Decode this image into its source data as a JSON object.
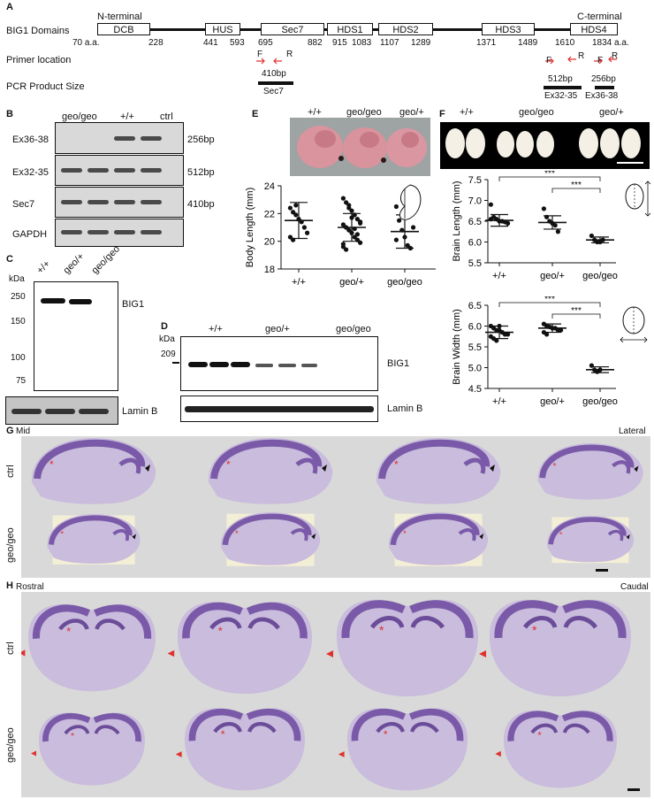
{
  "panel_a": {
    "label": "A",
    "row_title": "BIG1 Domains",
    "n_terminal": "N-terminal",
    "c_terminal": "C-terminal",
    "domains": [
      "DCB",
      "HUS",
      "Sec7",
      "HDS1",
      "HDS2",
      "HDS3",
      "HDS4"
    ],
    "positions": [
      "70 a.a.",
      "228",
      "441",
      "593",
      "695",
      "882",
      "915",
      "1083",
      "1107",
      "1289",
      "1371",
      "1489",
      "1610",
      "1834 a.a."
    ],
    "primer_location": "Primer location",
    "pcr_product_size": "PCR Product Size",
    "primer_f": "F",
    "primer_r": "R",
    "products": [
      {
        "size": "410bp",
        "name": "Sec7"
      },
      {
        "size": "512bp",
        "name": "Ex32-35"
      },
      {
        "size": "256bp",
        "name": "Ex36-38"
      }
    ]
  },
  "panel_b": {
    "label": "B",
    "columns": [
      "geo/geo",
      "+/+",
      "ctrl"
    ],
    "rows": [
      {
        "name": "Ex36-38",
        "size": "256bp"
      },
      {
        "name": "Ex32-35",
        "size": "512bp"
      },
      {
        "name": "Sec7",
        "size": "410bp"
      },
      {
        "name": "GAPDH",
        "size": ""
      }
    ]
  },
  "panel_c": {
    "label": "C",
    "columns": [
      "+/+",
      "geo/+",
      "geo/geo"
    ],
    "kda": "kDa",
    "markers": [
      "250",
      "150",
      "100",
      "75"
    ],
    "protein": "BIG1",
    "loading": "Lamin B"
  },
  "panel_d": {
    "label": "D",
    "columns": [
      "+/+",
      "geo/+",
      "geo/geo"
    ],
    "kda": "kDa",
    "marker": "209",
    "protein": "BIG1",
    "loading": "Lamin B"
  },
  "panel_e": {
    "label": "E",
    "photo_labels": [
      "+/+",
      "geo/geo",
      "geo/+"
    ]
  },
  "panel_f": {
    "label": "F",
    "photo_labels": [
      "+/+",
      "geo/geo",
      "geo/+"
    ]
  },
  "chart_data": [
    {
      "type": "scatter",
      "ylabel": "Body Length (mm)",
      "categories": [
        "+/+",
        "geo/+",
        "geo/geo"
      ],
      "ylim": [
        18,
        24
      ],
      "yticks": [
        "18",
        "20",
        "22",
        "24"
      ],
      "mean": [
        21.5,
        21.0,
        20.7
      ],
      "sd": [
        1.3,
        1.0,
        1.2
      ],
      "points": [
        [
          22.4,
          22.1,
          21.9,
          21.6,
          21.4,
          21.0,
          20.6,
          20.3,
          20.1,
          22.6
        ],
        [
          23.1,
          22.8,
          22.6,
          22.2,
          21.9,
          21.6,
          21.4,
          21.2,
          21.0,
          20.8,
          20.6,
          20.3,
          20.1,
          19.9,
          19.6,
          19.4,
          22.4,
          21.7,
          20.9,
          20.5,
          21.3,
          19.8
        ],
        [
          22.5,
          21.5,
          20.8,
          20.3,
          19.7,
          19.5,
          21.0,
          20.1
        ]
      ]
    },
    {
      "type": "scatter",
      "ylabel": "Brain Length (mm)",
      "categories": [
        "+/+",
        "geo/+",
        "geo/geo"
      ],
      "ylim": [
        5.5,
        7.5
      ],
      "yticks": [
        "5.5",
        "6.0",
        "6.5",
        "7.0",
        "7.5"
      ],
      "mean": [
        6.52,
        6.47,
        6.05
      ],
      "sd": [
        0.14,
        0.16,
        0.07
      ],
      "points": [
        [
          6.9,
          6.6,
          6.55,
          6.5,
          6.5,
          6.48,
          6.45,
          6.55
        ],
        [
          6.8,
          6.6,
          6.5,
          6.45,
          6.4,
          6.25
        ],
        [
          6.15,
          6.05,
          6.0,
          6.0,
          6.05
        ]
      ],
      "significance": [
        "***",
        "***"
      ]
    },
    {
      "type": "scatter",
      "ylabel": "Brain Width (mm)",
      "categories": [
        "+/+",
        "geo/+",
        "geo/geo"
      ],
      "ylim": [
        4.5,
        6.5
      ],
      "yticks": [
        "4.5",
        "5.0",
        "5.5",
        "6.0",
        "6.5"
      ],
      "mean": [
        5.85,
        5.95,
        4.95
      ],
      "sd": [
        0.15,
        0.1,
        0.07
      ],
      "points": [
        [
          6.0,
          5.95,
          5.9,
          5.9,
          5.85,
          5.8,
          5.8,
          5.75,
          5.7,
          5.65,
          6.0,
          5.85
        ],
        [
          6.05,
          6.0,
          5.98,
          5.95,
          5.95,
          5.9,
          5.9,
          5.85,
          5.8
        ],
        [
          5.05,
          4.95,
          4.9,
          4.95
        ]
      ],
      "significance": [
        "***",
        "***"
      ]
    }
  ],
  "panel_g": {
    "label": "G",
    "left_title": "Mid",
    "right_title": "Lateral",
    "rows": [
      "ctrl",
      "geo/geo"
    ]
  },
  "panel_h": {
    "label": "H",
    "left_title": "Rostral",
    "right_title": "Caudal",
    "rows": [
      "ctrl",
      "geo/geo"
    ]
  },
  "colors": {
    "stain": "#7a5aa8",
    "stain_light": "#c9bcdc",
    "background_section": "#d8d8d8",
    "red_marker": "#e03030"
  }
}
